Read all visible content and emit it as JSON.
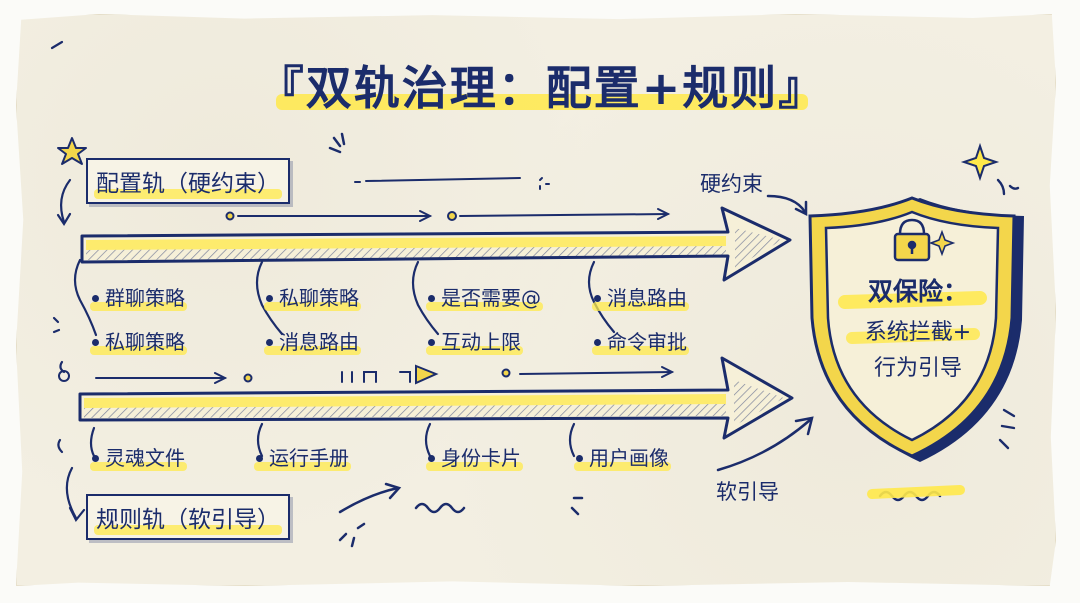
{
  "title": "『双轨治理：配置+规则』",
  "config_track": {
    "label": "配置轨（硬约束）",
    "items_top": [
      "群聊策略",
      "私聊策略",
      "是否需要@",
      "消息路由"
    ],
    "items_bottom": [
      "私聊策略",
      "消息路由",
      "互动上限",
      "命令审批"
    ],
    "arrow_note": "硬约束"
  },
  "rule_track": {
    "label": "规则轨（软引导）",
    "items": [
      "灵魂文件",
      "运行手册",
      "身份卡片",
      "用户画像"
    ],
    "arrow_note": "软引导"
  },
  "shield": {
    "line1": "双保险：",
    "line2": "系统拦截+",
    "line3": "行为引导",
    "icon": "padlock-icon"
  },
  "colors": {
    "ink": "#1b2c6b",
    "highlight": "#ffe94a",
    "paper": "#f3efe2"
  }
}
